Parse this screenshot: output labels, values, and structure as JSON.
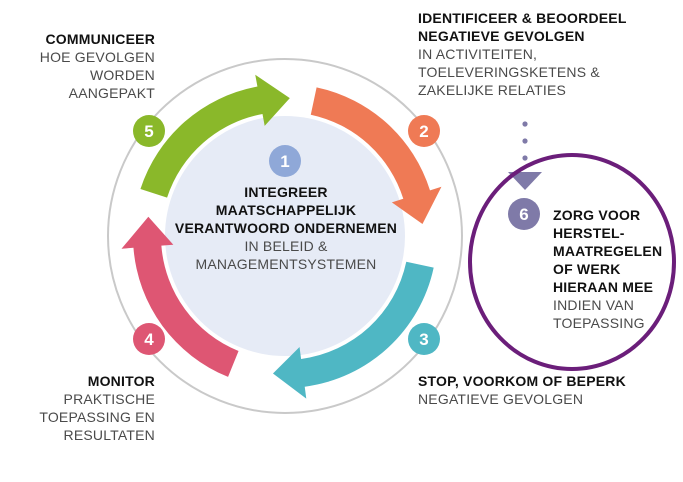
{
  "colors": {
    "step1": "#8fa8d8",
    "step2": "#ef7a55",
    "step3": "#4fb7c4",
    "step4": "#de5673",
    "step5": "#8ab82a",
    "step6": "#7f7aa8",
    "highlight_circle": "#6b1e7a",
    "center_fill": "#e6ebf6",
    "outer_ring": "#c9c9c9"
  },
  "steps": [
    {
      "number": "1",
      "title_lines": [
        "INTEGREER",
        "MAATSCHAPPELIJK",
        "VERANTWOORD ONDERNEMEN"
      ],
      "detail_lines": [
        "IN BELEID &",
        "MANAGEMENTSYSTEMEN"
      ]
    },
    {
      "number": "2",
      "title_lines": [
        "IDENTIFICEER & BEOORDEEL",
        "NEGATIEVE GEVOLGEN"
      ],
      "detail_lines": [
        "IN ACTIVITEITEN,",
        "TOELEVERINGSKETENS &",
        "ZAKELIJKE RELATIES"
      ]
    },
    {
      "number": "3",
      "title_lines": [
        "STOP, VOORKOM OF BEPERK"
      ],
      "detail_lines": [
        "NEGATIEVE GEVOLGEN"
      ]
    },
    {
      "number": "4",
      "title_lines": [
        "MONITOR"
      ],
      "detail_lines": [
        "PRAKTISCHE",
        "TOEPASSING EN",
        "RESULTATEN"
      ]
    },
    {
      "number": "5",
      "title_lines": [
        "COMMUNICEER"
      ],
      "detail_lines": [
        "HOE GEVOLGEN",
        "WORDEN",
        "AANGEPAKT"
      ]
    },
    {
      "number": "6",
      "title_lines": [
        "ZORG VOOR",
        "HERSTEL-",
        "MAATREGELEN",
        "OF WERK",
        "HIERAAN MEE"
      ],
      "detail_lines": [
        "INDIEN VAN",
        "TOEPASSING"
      ]
    }
  ]
}
